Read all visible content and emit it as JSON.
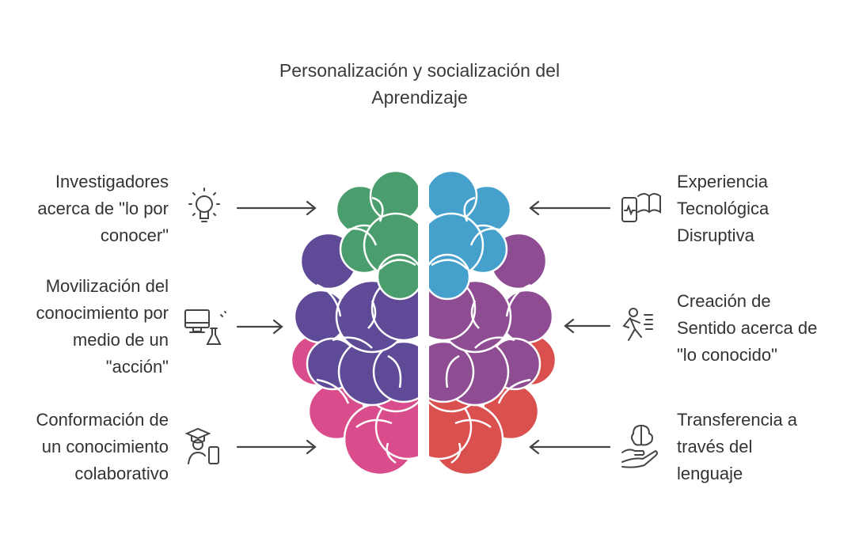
{
  "title": [
    "Personalización y socialización del",
    "Aprendizaje"
  ],
  "left_items": [
    {
      "lines": [
        "Investigadores",
        "acerca de \"lo por",
        "conocer\""
      ],
      "icon": "lightbulb-icon",
      "color": "#4a9e6e"
    },
    {
      "lines": [
        "Movilización del",
        "conocimiento por",
        "medio de un",
        "\"acción\""
      ],
      "icon": "computer-flask-icon",
      "color": "#5e4a96"
    },
    {
      "lines": [
        "Conformación de",
        "un conocimiento",
        "colaborativo"
      ],
      "icon": "graduate-phone-icon",
      "color": "#d94d8c"
    }
  ],
  "right_items": [
    {
      "lines": [
        "Experiencia",
        "Tecnológica",
        "Disruptiva"
      ],
      "icon": "phone-book-icon",
      "color": "#45a0cc"
    },
    {
      "lines": [
        "Creación de",
        "Sentido acerca de",
        "\"lo conocido\""
      ],
      "icon": "running-person-icon",
      "color": "#8e4c93"
    },
    {
      "lines": [
        "Transferencia a",
        "través del",
        "lenguaje"
      ],
      "icon": "brain-hand-icon",
      "color": "#d9504f"
    }
  ]
}
